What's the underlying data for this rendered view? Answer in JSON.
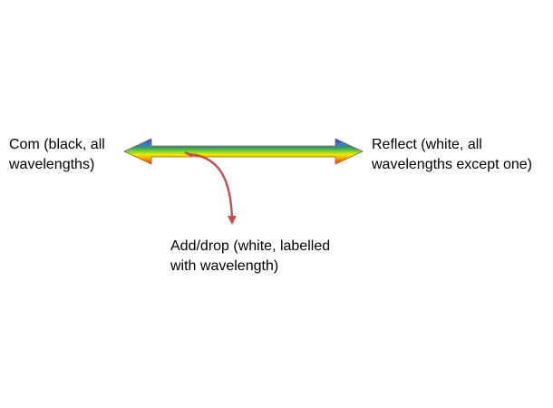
{
  "ports": {
    "com": {
      "line1": "Com (black, all",
      "line2": "wavelengths)"
    },
    "reflect": {
      "line1": "Reflect (white, all",
      "line2": "wavelengths except one)"
    },
    "add_drop": {
      "line1": "Add/drop (white, labelled",
      "line2": "with wavelength)"
    }
  },
  "colors": {
    "spectrum": [
      "#2a2acc",
      "#3b6fd8",
      "#2fa84a",
      "#8fcf2a",
      "#f2e600",
      "#ffb000",
      "#ff6a00",
      "#ff1a1a"
    ],
    "connector_arrow": "#c0504d",
    "outline": "#6a6a6a"
  },
  "icons": {
    "main_arrow": "double-headed-arrow",
    "connector": "curved-arrow"
  }
}
